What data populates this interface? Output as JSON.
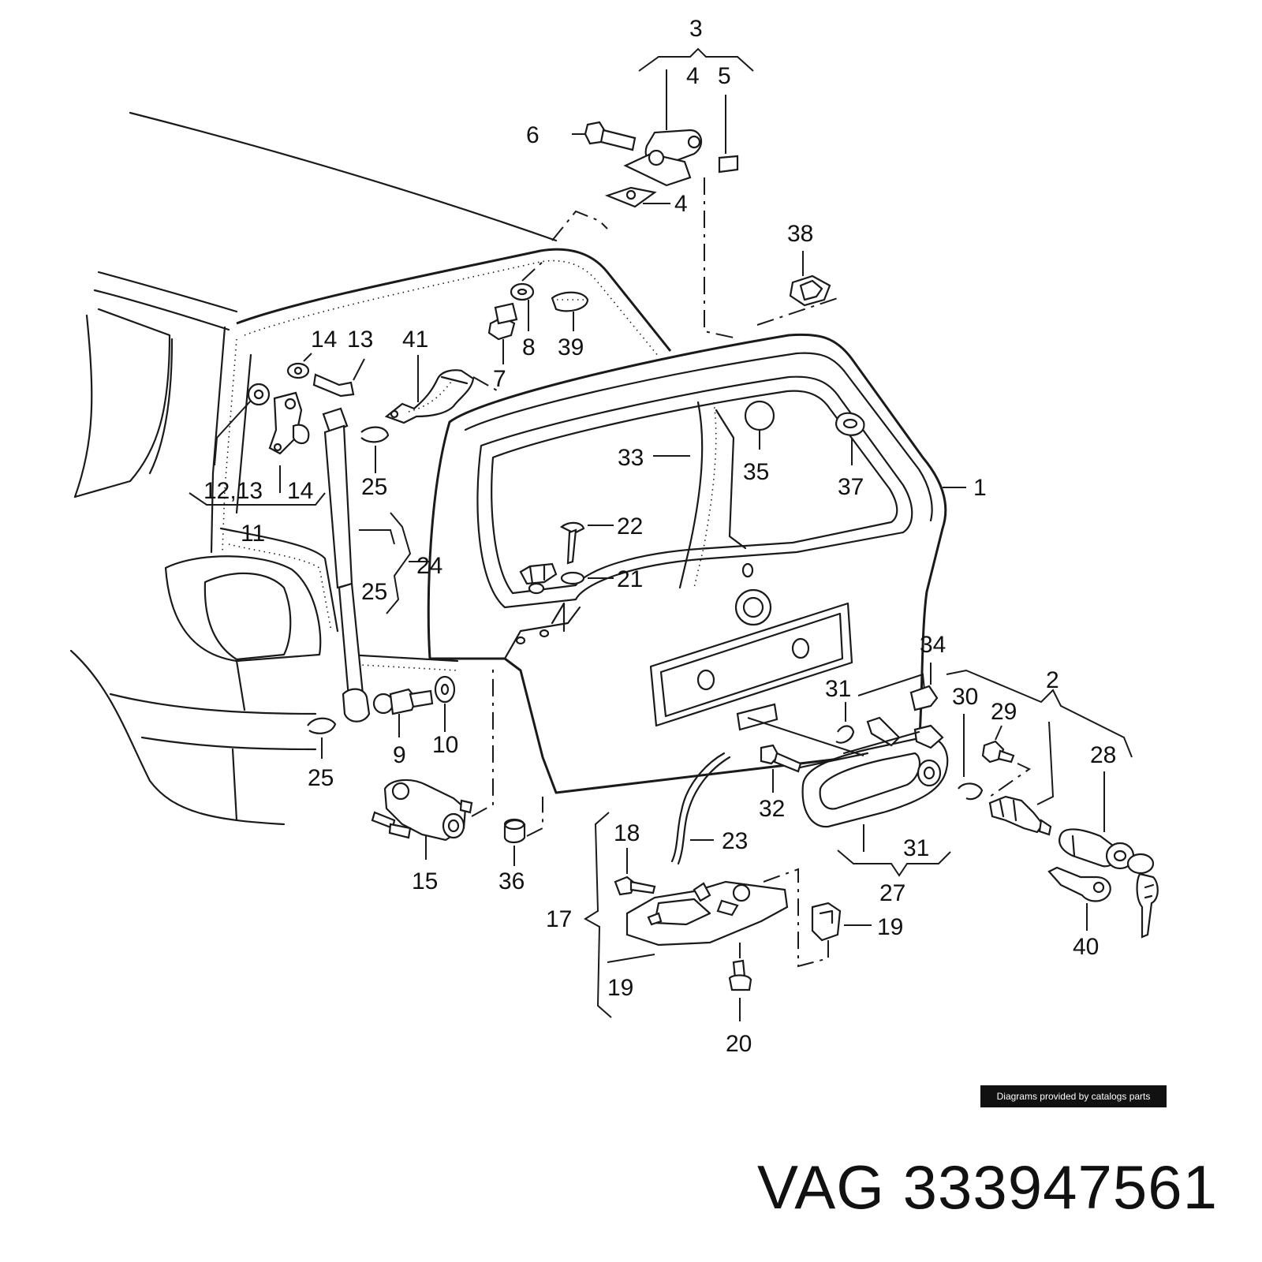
{
  "diagram": {
    "callouts": [
      {
        "id": "c3-top",
        "label": "3"
      },
      {
        "id": "c4-top",
        "label": "4"
      },
      {
        "id": "c5",
        "label": "5"
      },
      {
        "id": "c6",
        "label": "6"
      },
      {
        "id": "c4-mid",
        "label": "4"
      },
      {
        "id": "c38",
        "label": "38"
      },
      {
        "id": "c8",
        "label": "8"
      },
      {
        "id": "c39",
        "label": "39"
      },
      {
        "id": "c7",
        "label": "7"
      },
      {
        "id": "c14-a",
        "label": "14"
      },
      {
        "id": "c13",
        "label": "13"
      },
      {
        "id": "c41",
        "label": "41"
      },
      {
        "id": "c12-13",
        "label": "12,13"
      },
      {
        "id": "c14-b",
        "label": "14"
      },
      {
        "id": "c11",
        "label": "11"
      },
      {
        "id": "c25-a",
        "label": "25"
      },
      {
        "id": "c24",
        "label": "24"
      },
      {
        "id": "c25-b",
        "label": "25"
      },
      {
        "id": "c33",
        "label": "33"
      },
      {
        "id": "c35",
        "label": "35"
      },
      {
        "id": "c37",
        "label": "37"
      },
      {
        "id": "c1",
        "label": "1"
      },
      {
        "id": "c22",
        "label": "22"
      },
      {
        "id": "c21",
        "label": "21"
      },
      {
        "id": "c34",
        "label": "34"
      },
      {
        "id": "c2",
        "label": "2"
      },
      {
        "id": "c31-a",
        "label": "31"
      },
      {
        "id": "c30",
        "label": "30"
      },
      {
        "id": "c29",
        "label": "29"
      },
      {
        "id": "c28",
        "label": "28"
      },
      {
        "id": "c9",
        "label": "9"
      },
      {
        "id": "c10",
        "label": "10"
      },
      {
        "id": "c25-c",
        "label": "25"
      },
      {
        "id": "c32",
        "label": "32"
      },
      {
        "id": "c23",
        "label": "23"
      },
      {
        "id": "c31-b",
        "label": "31"
      },
      {
        "id": "c27",
        "label": "27"
      },
      {
        "id": "c15",
        "label": "15"
      },
      {
        "id": "c36",
        "label": "36"
      },
      {
        "id": "c18",
        "label": "18"
      },
      {
        "id": "c17",
        "label": "17"
      },
      {
        "id": "c19-a",
        "label": "19"
      },
      {
        "id": "c19-b",
        "label": "19"
      },
      {
        "id": "c20",
        "label": "20"
      },
      {
        "id": "c40",
        "label": "40"
      }
    ],
    "credit": "Diagrams provided by catalogs parts",
    "title": "VAG 333947561"
  }
}
